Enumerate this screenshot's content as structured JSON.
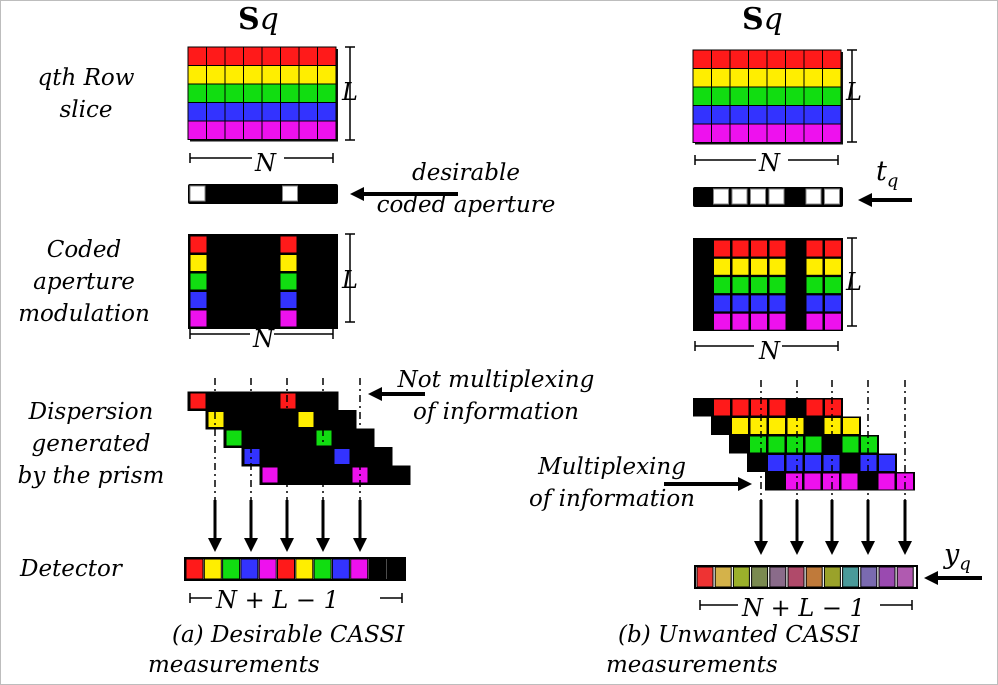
{
  "titles": {
    "bold": "S",
    "italic": "q"
  },
  "row_labels": {
    "row_slice": [
      "qth Row",
      "slice"
    ],
    "coded_aperture": [
      "Coded",
      "aperture",
      "modulation"
    ],
    "dispersion": [
      "Dispersion",
      "generated",
      "by the prism"
    ],
    "detector": "Detector"
  },
  "dimension_labels": {
    "L": "L",
    "N": "N",
    "detector_width": "N + L − 1"
  },
  "annotations": {
    "desirable_aperture": [
      "desirable",
      "coded aperture"
    ],
    "not_multiplexing": [
      "Not multiplexing",
      "of information"
    ],
    "multiplexing": [
      "Multiplexing",
      "of information"
    ],
    "aperture_symbol": {
      "base": "t",
      "sub": "q"
    },
    "measurement_symbol": {
      "base": "y",
      "sub": "q"
    }
  },
  "captions": {
    "a": [
      "(a) Desirable CASSI",
      "measurements"
    ],
    "b": [
      "(b) Unwanted CASSI",
      "measurements"
    ]
  },
  "colors": {
    "spectral_bands": [
      "#ff1a1a",
      "#ffee00",
      "#11dd11",
      "#3333ff",
      "#ee11ee"
    ],
    "blocked": "#000000"
  },
  "coded_apertures": {
    "desirable": [
      1,
      0,
      0,
      0,
      0,
      1,
      0,
      0
    ],
    "unwanted": [
      0,
      1,
      1,
      1,
      1,
      0,
      1,
      1
    ]
  }
}
